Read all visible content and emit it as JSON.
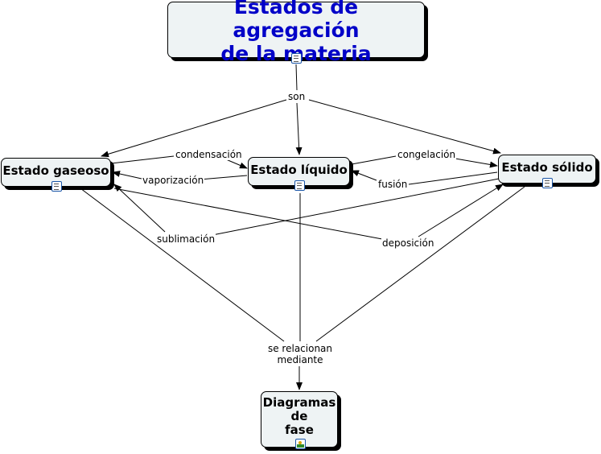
{
  "nodes": {
    "title": {
      "line1": "Estados de agregación",
      "line2": "de la materia"
    },
    "gaseoso": "Estado gaseoso",
    "liquido": "Estado líquido",
    "solido": "Estado sólido",
    "diagramas": {
      "line1": "Diagramas",
      "line2": "de",
      "line3": "fase"
    }
  },
  "links": {
    "son": "son",
    "condensacion": "condensación",
    "vaporizacion": "vaporización",
    "congelacion": "congelación",
    "fusion": "fusión",
    "sublimacion": "sublimación",
    "deposicion": "deposición",
    "relacionan_1": "se relacionan",
    "relacionan_2": "mediante"
  },
  "icons": {
    "title": "document-icon",
    "gaseoso": "document-icon",
    "liquido": "document-icon",
    "solido": "document-icon",
    "diagramas": "image-icon"
  },
  "colors": {
    "title_text": "#0000c8",
    "node_fill": "#eef3f4",
    "icon_border": "#1a56a8"
  }
}
